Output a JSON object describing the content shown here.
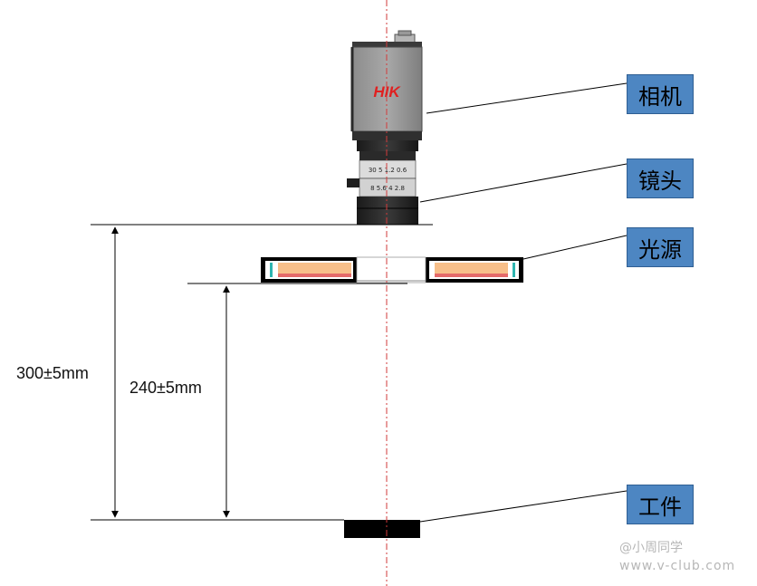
{
  "labels": {
    "camera": "相机",
    "lens": "镜头",
    "light_source": "光源",
    "workpiece": "工件"
  },
  "brand": "HIK",
  "dimensions": {
    "camera_to_work": "300±5mm",
    "light_to_work": "240±5mm"
  },
  "watermark": {
    "line1": "@小周同学",
    "line2": "www.v-club.com"
  },
  "lens_scale": {
    "ring1": "30  5  1.2  0.6",
    "ring2": "8  5.6  4  2.8"
  },
  "colors": {
    "label_box": "#4d86c2",
    "centerline": "#d23a3a",
    "camera_body": "#9a9a9a",
    "brand": "#e02020",
    "led": "#f7bf8a"
  }
}
